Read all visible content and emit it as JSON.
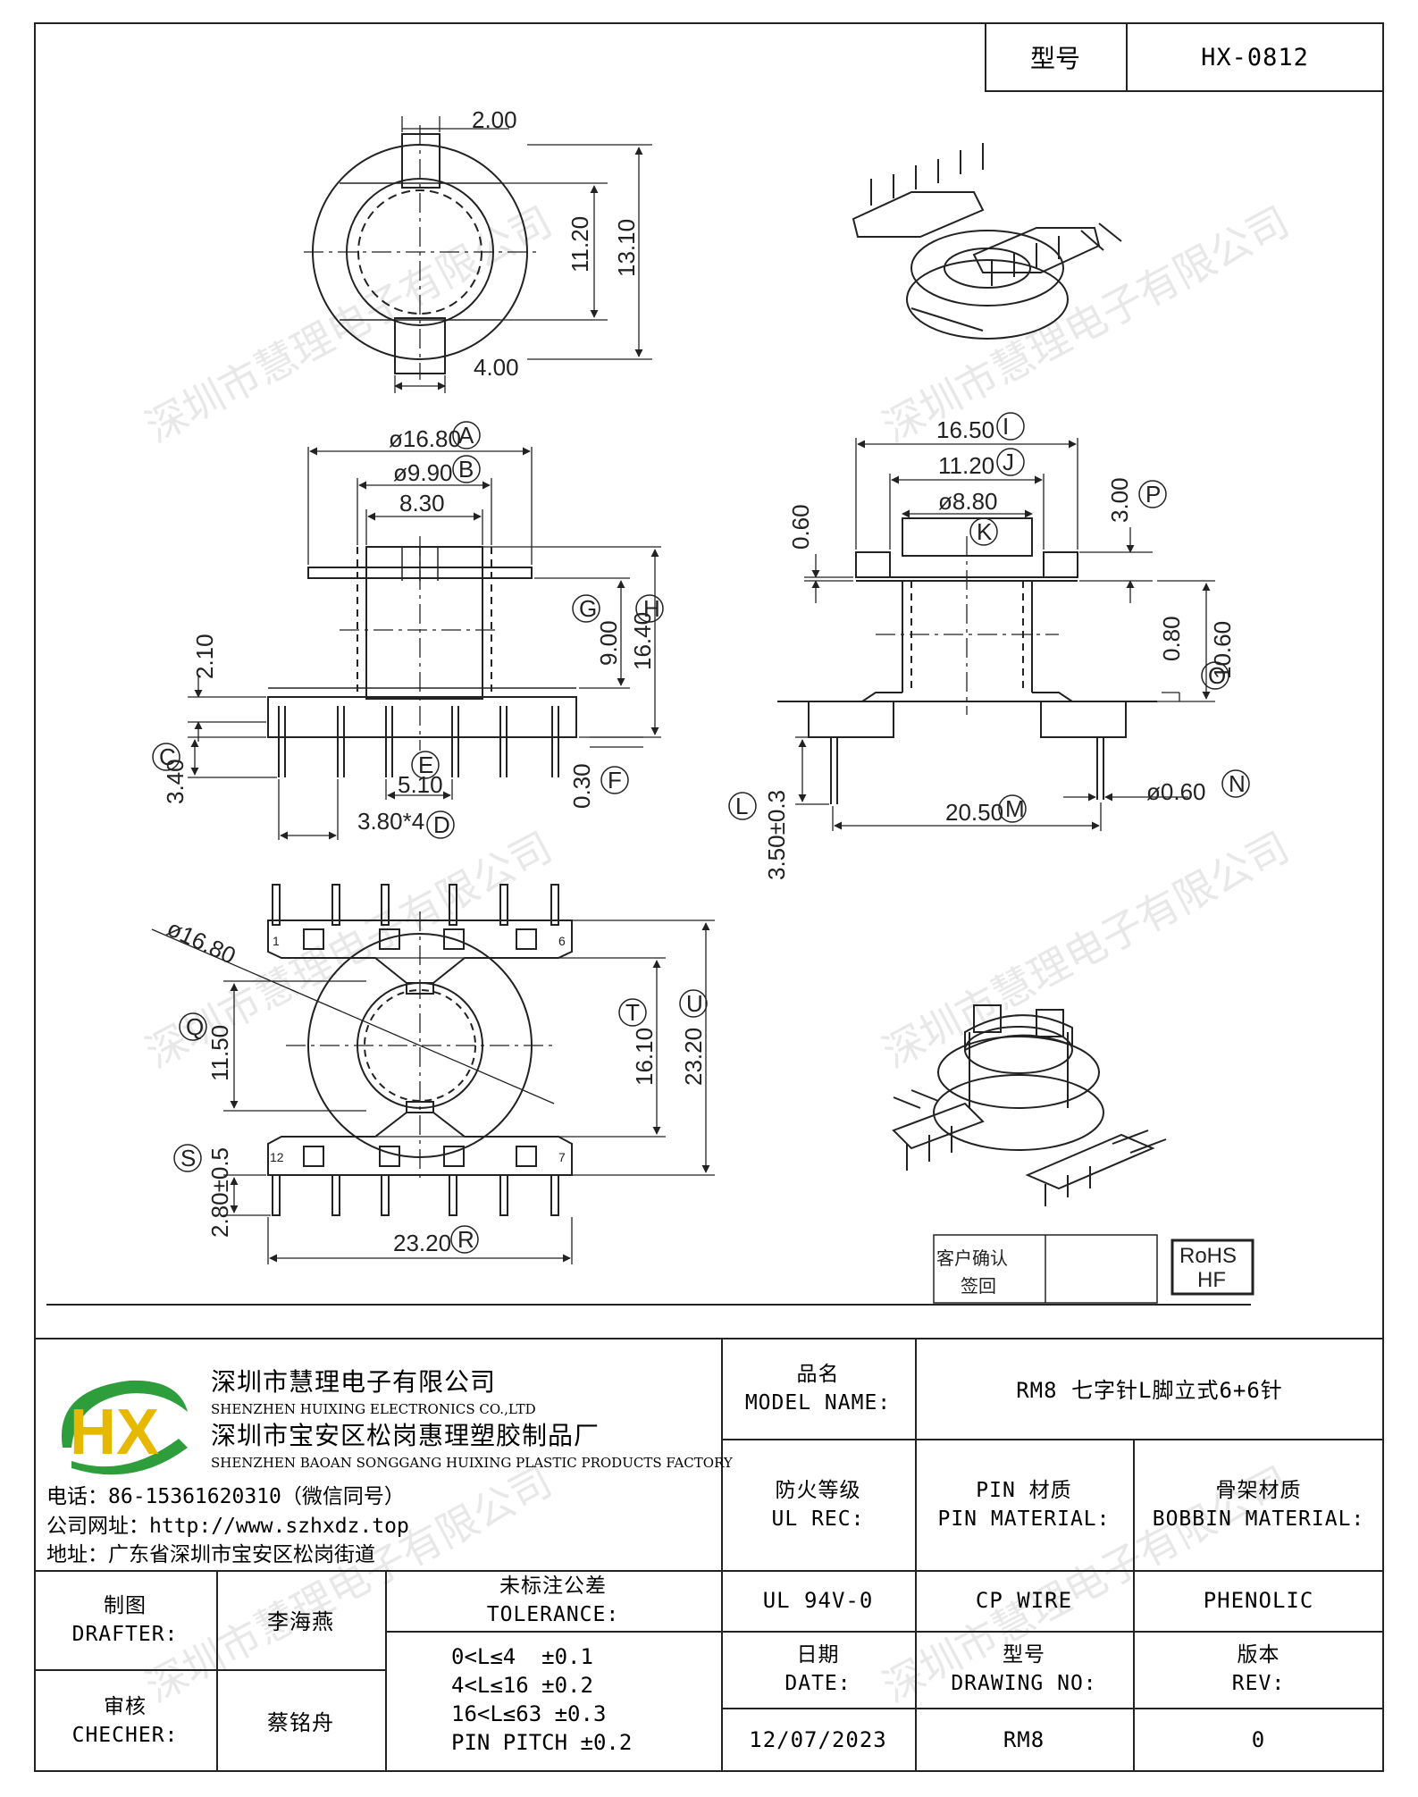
{
  "title_block_top": {
    "type_label": "型号",
    "type_value": "HX-0812"
  },
  "company": {
    "name_cn": "深圳市慧理电子有限公司",
    "name_en": "SHENZHEN HUIXING ELECTRONICS CO.,LTD",
    "factory_cn": "深圳市宝安区松岗惠理塑胶制品厂",
    "factory_en": "SHENZHEN BAOAN SONGGANG HUIXING PLASTIC PRODUCTS FACTORY",
    "phone": "电话：86-15361620310（微信同号）",
    "website": "公司网址：http://www.szhxdz.top",
    "address": "地址：广东省深圳市宝安区松岗街道",
    "logo_text": "HX"
  },
  "model_name": {
    "label_cn": "品名",
    "label_en": "MODEL NAME:",
    "value": "RM8 七字针L脚立式6+6针"
  },
  "ul_rec": {
    "label_cn": "防火等级",
    "label_en": "UL REC:",
    "value": "UL 94V-0"
  },
  "pin_material": {
    "label_cn": "PIN 材质",
    "label_en": "PIN MATERIAL:",
    "value": "CP WIRE"
  },
  "bobbin_material": {
    "label_cn": "骨架材质",
    "label_en": "BOBBIN MATERIAL:",
    "value": "PHENOLIC"
  },
  "drafter": {
    "label_cn": "制图",
    "label_en": "DRAFTER:",
    "value": "李海燕"
  },
  "checker": {
    "label_cn": "审核",
    "label_en": "CHECHER:",
    "value": "蔡铭舟"
  },
  "tolerance": {
    "label_cn": "未标注公差",
    "label_en": "TOLERANCE:",
    "rows": [
      "0<L≤4  ±0.1",
      "4<L≤16 ±0.2",
      "16<L≤63 ±0.3",
      "PIN PITCH ±0.2"
    ]
  },
  "date": {
    "label_cn": "日期",
    "label_en": "DATE:",
    "value": "12/07/2023"
  },
  "drawing_no": {
    "label_cn": "型号",
    "label_en": "DRAWING NO:",
    "value": "RM8"
  },
  "rev": {
    "label_cn": "版本",
    "label_en": "REV:",
    "value": "0"
  },
  "customer_confirm": {
    "line1": "客户确认",
    "line2": "签回"
  },
  "rohs": {
    "line1": "RoHS",
    "line2": "HF"
  },
  "watermark": "深圳市慧理电子有限公司",
  "dims": {
    "top_slot": "2.00",
    "top_inner": "11.20",
    "top_outer": "13.10",
    "bottom_slot": "4.00",
    "a": "ø16.80",
    "a_tag": "A",
    "b": "ø9.90",
    "b_tag": "B",
    "c_val": "8.30",
    "g_tag": "G",
    "g": "9.00",
    "h_tag": "H",
    "h": "16.40",
    "left_210": "2.10",
    "c_tag": "C",
    "c": "3.40",
    "e_tag": "E",
    "e": "5.10",
    "d": "3.80*4",
    "d_tag": "D",
    "f": "0.30",
    "f_tag": "F",
    "i": "16.50",
    "i_tag": "I",
    "j": "11.20",
    "j_tag": "J",
    "k": "ø8.80",
    "k_tag": "K",
    "s060": "0.60",
    "p": "3.00",
    "p_tag": "P",
    "s080": "0.80",
    "o": "10.60",
    "o_tag": "O",
    "l_tag": "L",
    "l": "3.50±0.3",
    "m": "20.50",
    "m_tag": "M",
    "n": "ø0.60",
    "n_tag": "N",
    "bot_dia": "ø16.80",
    "q_tag": "Q",
    "q": "11.50",
    "t": "16.10",
    "t_tag": "T",
    "u": "23.20",
    "u_tag": "U",
    "s_tag": "S",
    "s": "2.80±0.5",
    "r": "23.20",
    "r_tag": "R",
    "pin1": "1",
    "pin6": "6",
    "pin12": "12",
    "pin7": "7"
  }
}
